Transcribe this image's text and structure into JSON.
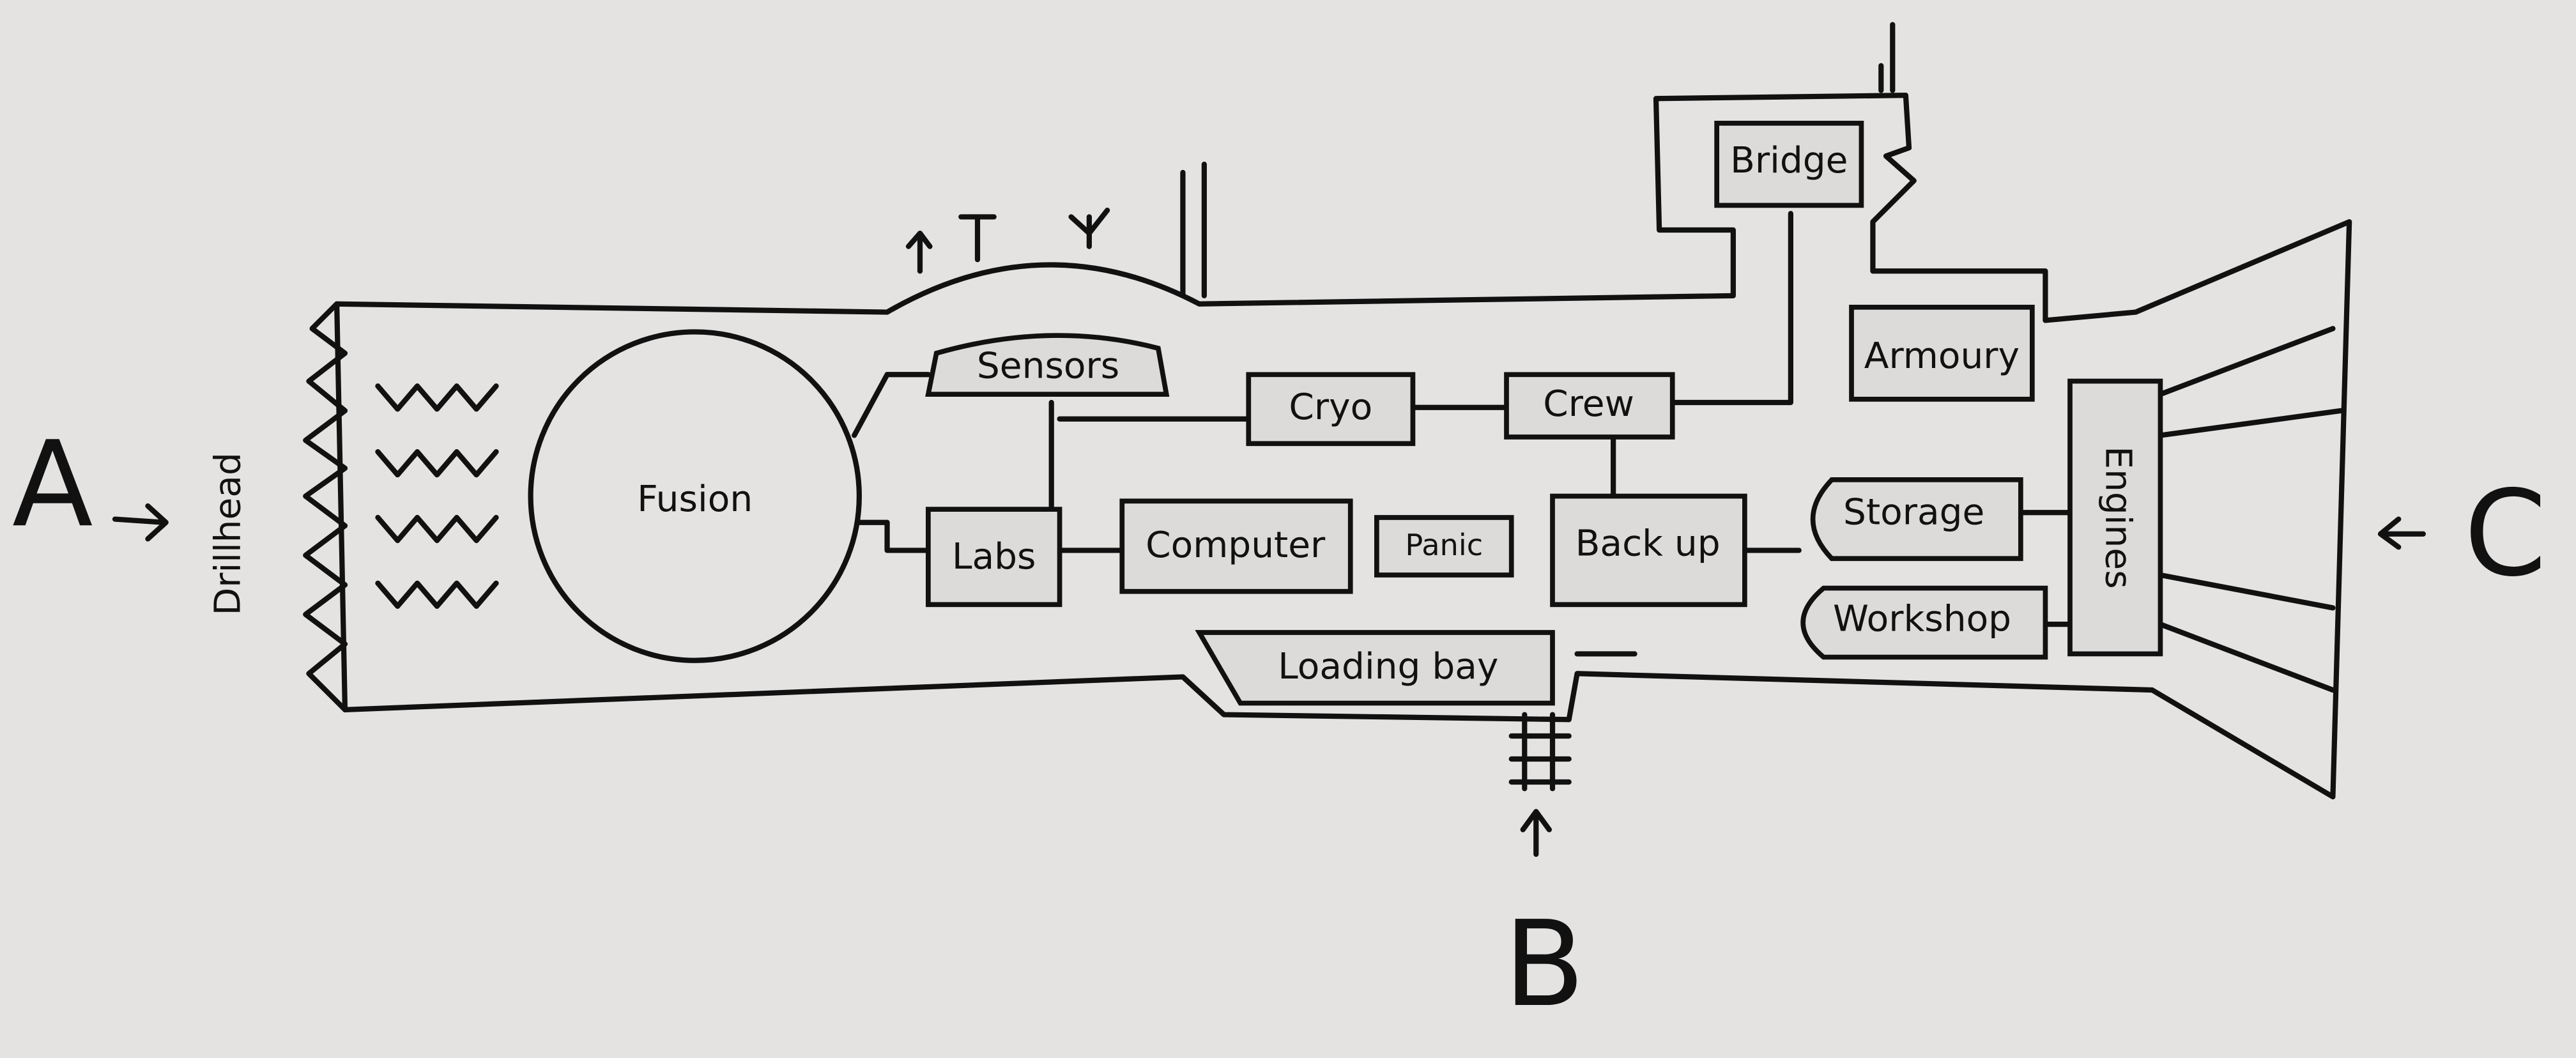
{
  "title": "Drill ship floor plan sketch",
  "rooms": {
    "fusion": "Fusion",
    "sensors": "Sensors",
    "labs": "Labs",
    "cryo": "Cryo",
    "crew": "Crew",
    "computer": "Computer",
    "panic": "Panic",
    "backup": "Back up",
    "loading_bay": "Loading bay",
    "bridge": "Bridge",
    "armoury": "Armoury",
    "storage": "Storage",
    "workshop": "Workshop",
    "engines": "Engines"
  },
  "drillhead_label": "Drillhead",
  "entry_points": {
    "a": "A",
    "b": "B",
    "c": "C"
  },
  "colors": {
    "paper": "#e4e3e1",
    "ink": "#111111",
    "hatch": "#8e8f96"
  }
}
